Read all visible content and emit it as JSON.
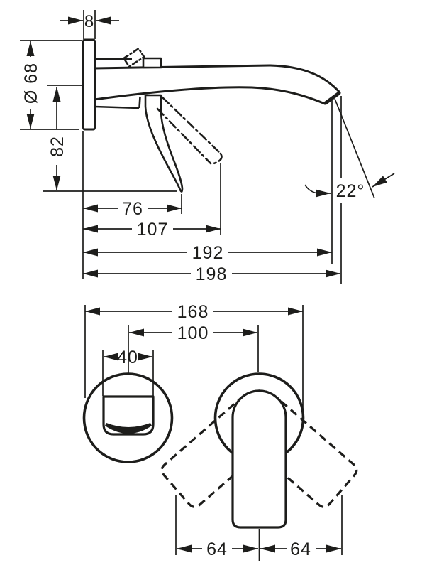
{
  "meta": {
    "background": "#ffffff",
    "line_color": "#1d1d1b",
    "drawing_type": "wall-mounted basin mixer dimensional drawing"
  },
  "side_view": {
    "plate_thickness": "8",
    "escutcheon_diameter": "Ø 68",
    "handle_height": "82",
    "handle_reach": "76",
    "handle_reach_open": "107",
    "aerator_reach": "192",
    "spout_reach": "198",
    "spray_angle": "22°"
  },
  "bottom_view": {
    "overall_width": "168",
    "center_distance": "100",
    "spout_width": "40",
    "swing_left": "64",
    "swing_right": "64"
  }
}
